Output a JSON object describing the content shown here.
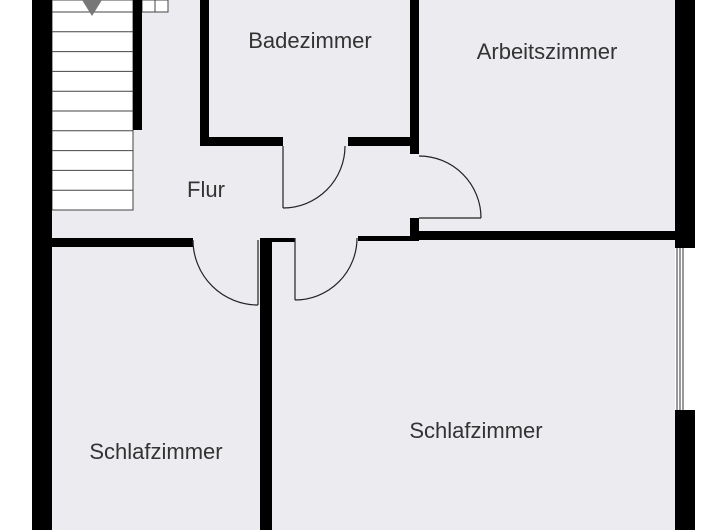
{
  "rooms": {
    "bathroom": "Badezimmer",
    "study": "Arbeitszimmer",
    "hallway": "Flur",
    "bedroom_left": "Schlafzimmer",
    "bedroom_right": "Schlafzimmer"
  },
  "colors": {
    "floor": "#ececf0",
    "wall": "#000000",
    "label": "#333333"
  }
}
